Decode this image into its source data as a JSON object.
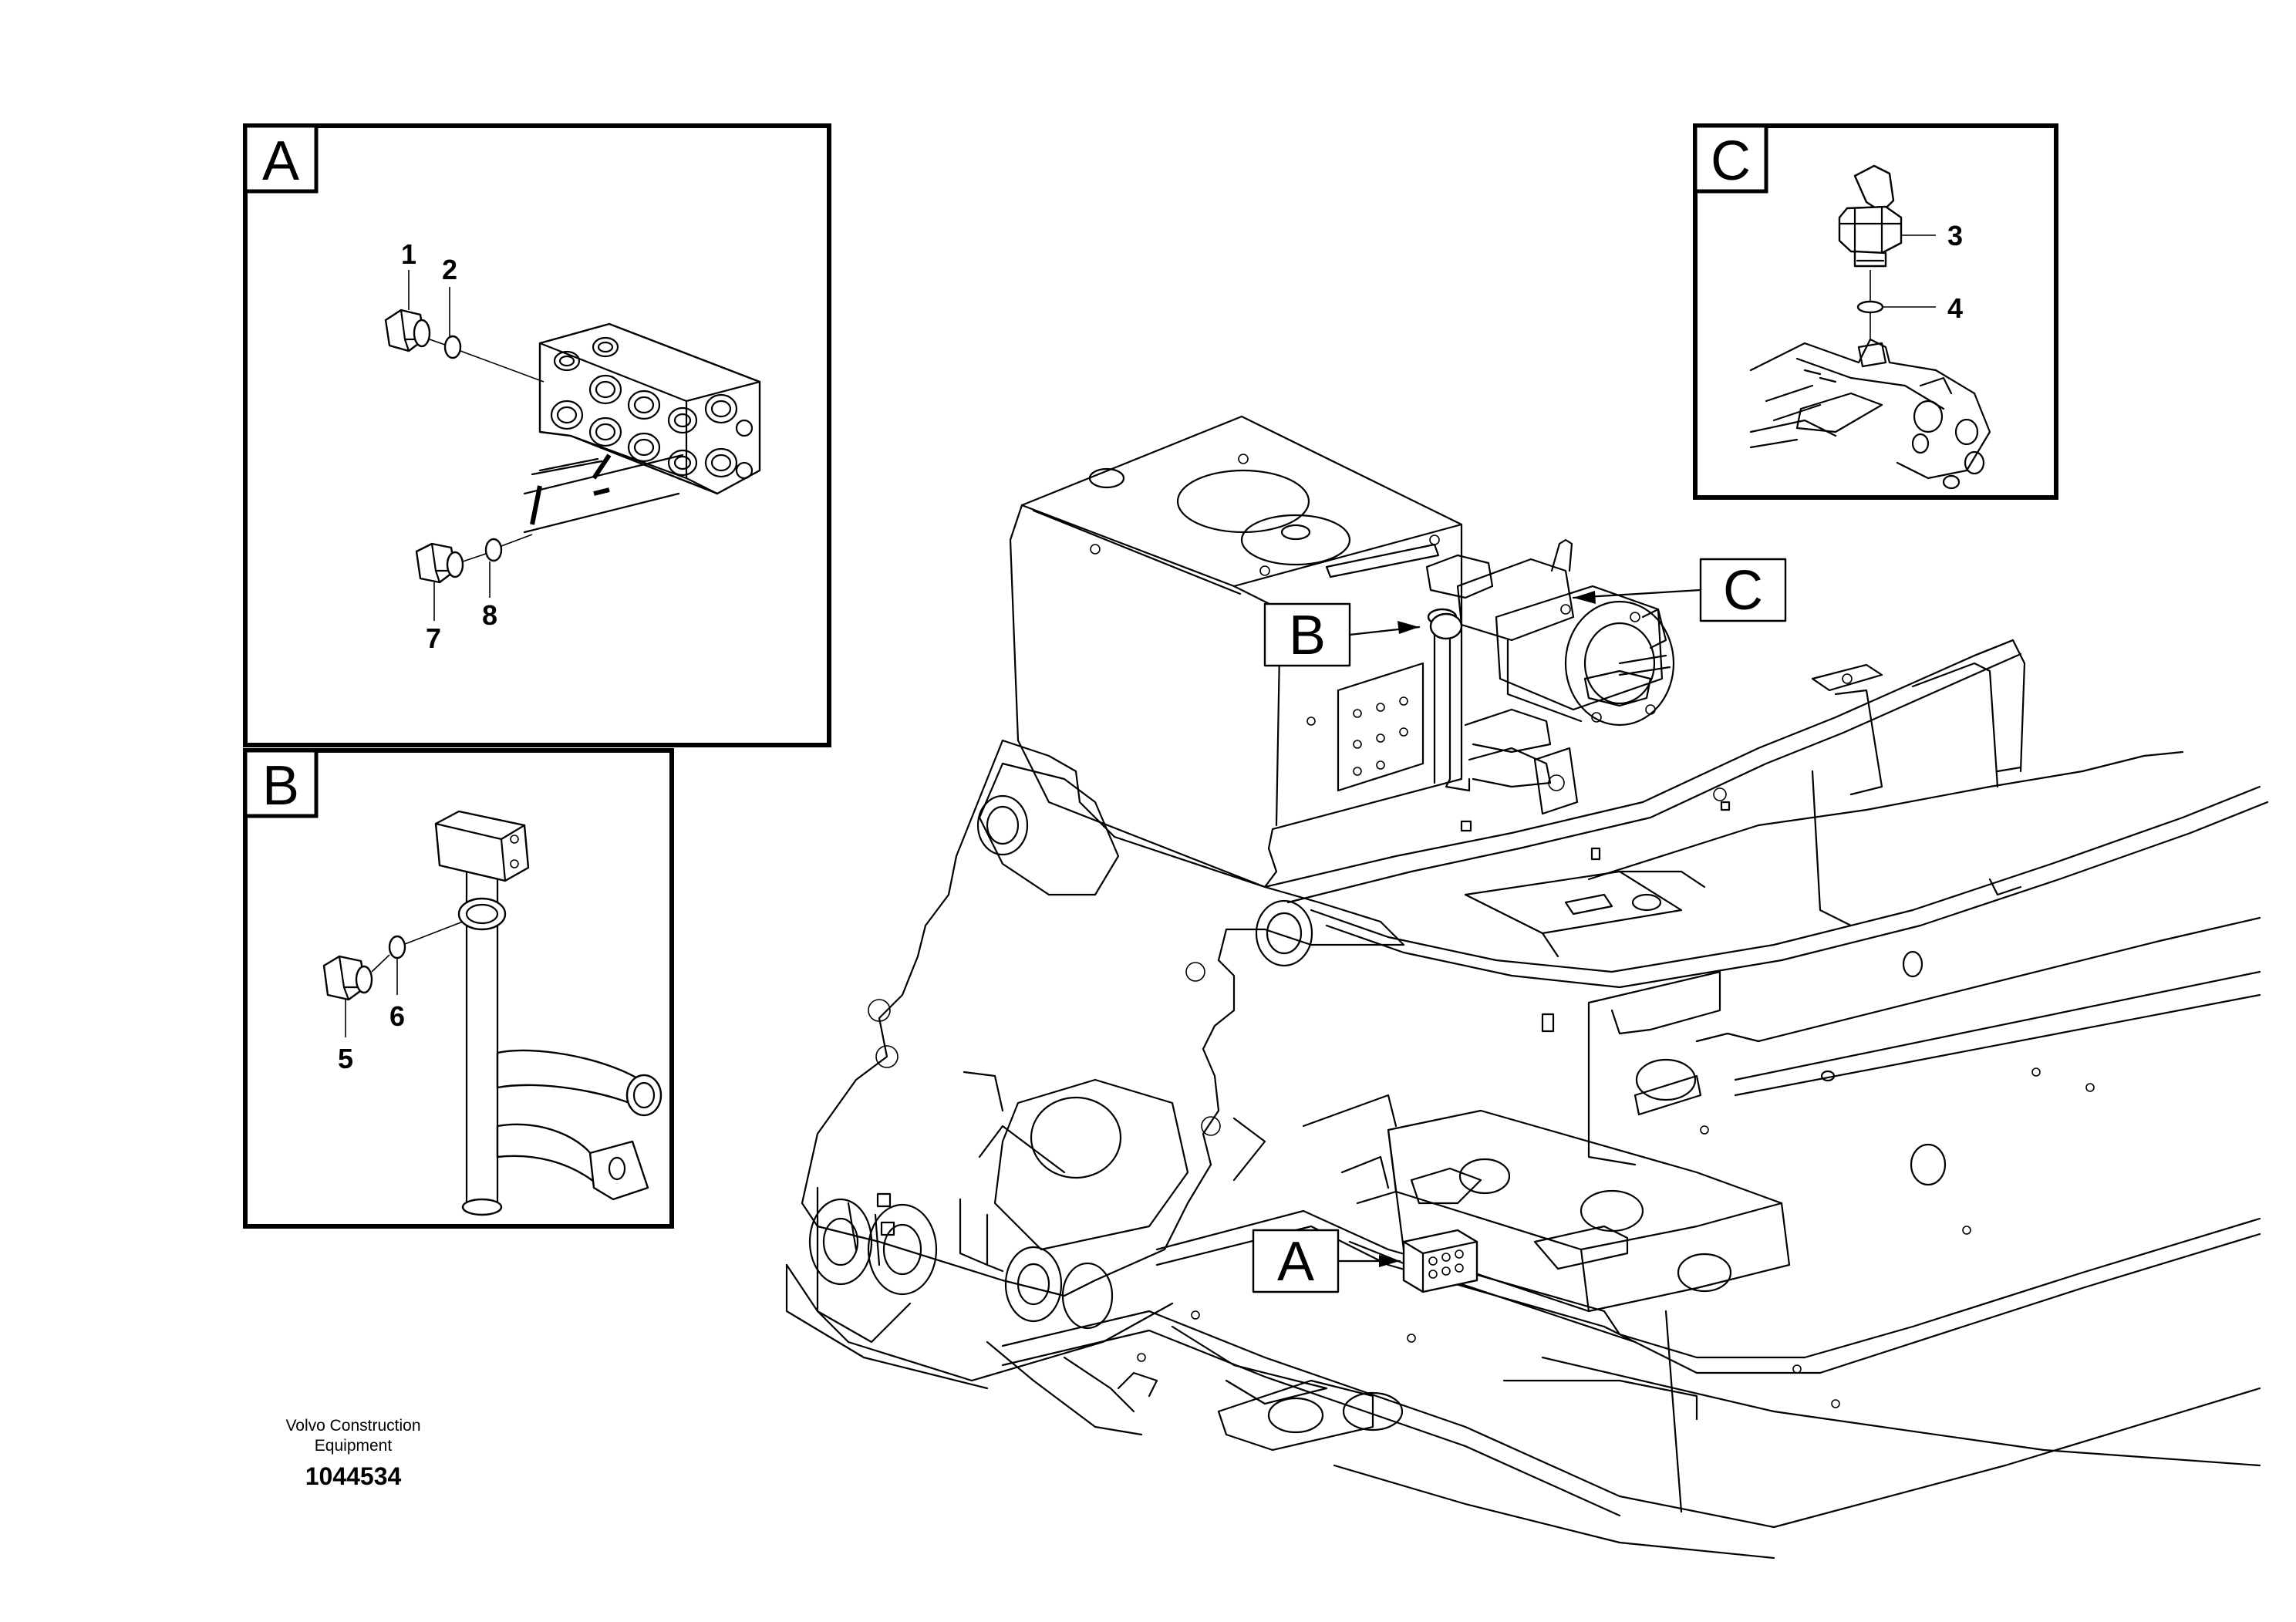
{
  "detail_views": {
    "a": {
      "letter": "A",
      "callouts": [
        "1",
        "2",
        "7",
        "8"
      ]
    },
    "b": {
      "letter": "B",
      "callouts": [
        "5",
        "6"
      ]
    },
    "c": {
      "letter": "C",
      "callouts": [
        "3",
        "4"
      ]
    }
  },
  "main_view": {
    "markers": {
      "a": "A",
      "b": "B",
      "c": "C"
    }
  },
  "footer": {
    "manufacturer_line1": "Volvo Construction",
    "manufacturer_line2": "Equipment",
    "drawing_number": "1044534"
  }
}
